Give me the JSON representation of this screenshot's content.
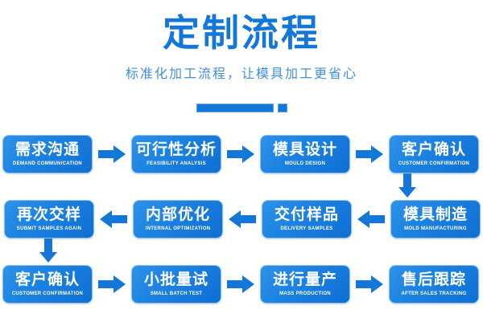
{
  "header": {
    "title": "定制流程",
    "subtitle": "标准化加工流程，让模具加工更省心",
    "divider_bar": "decorative-bar",
    "divider_dot": "decorative-square"
  },
  "colors": {
    "background": "#ffffff",
    "title_blue": "#1277d8",
    "subtitle_blue": "#3f8fe0",
    "box_gradient_start": "#2f92e8",
    "box_gradient_end": "#0f6fd4",
    "box_border": "#8ec3ef",
    "arrow_blue": "#1277d8"
  },
  "flow": {
    "rows": [
      {
        "direction": "left-to-right",
        "steps": [
          {
            "index": 1,
            "cn": "需求沟通",
            "en": "DEMAND COMMUNICATION"
          },
          {
            "index": 2,
            "cn": "可行性分析",
            "en": "FEASIBILITY ANALYSIS"
          },
          {
            "index": 3,
            "cn": "模具设计",
            "en": "MOULD DESIGN"
          },
          {
            "index": 4,
            "cn": "客户确认",
            "en": "CUSTOMER CONFIRMATION"
          }
        ]
      },
      {
        "direction": "right-to-left",
        "steps": [
          {
            "index": 5,
            "cn": "模具制造",
            "en": "MOLD MANUFACTURING"
          },
          {
            "index": 6,
            "cn": "交付样品",
            "en": "DELIVERY SAMPLES"
          },
          {
            "index": 7,
            "cn": "内部优化",
            "en": "INTERNAL OPTIMIZATION"
          },
          {
            "index": 8,
            "cn": "再次交样",
            "en": "SUBMIT SAMPLES AGAIN"
          }
        ]
      },
      {
        "direction": "left-to-right",
        "steps": [
          {
            "index": 9,
            "cn": "客户确认",
            "en": "CUSTOMER CONFIRMATION"
          },
          {
            "index": 10,
            "cn": "小批量试",
            "en": "SMALL BATCH TEST"
          },
          {
            "index": 11,
            "cn": "进行量产",
            "en": "MASS PRODUCTION"
          },
          {
            "index": 12,
            "cn": "售后跟踪",
            "en": "AFTER SALES TRACKING"
          }
        ]
      }
    ],
    "connectors": {
      "row1_to_row2": "arrow-down-right",
      "row2_to_row3": "arrow-down-left",
      "horizontal_right": "arrow-right",
      "horizontal_left": "arrow-left"
    }
  }
}
